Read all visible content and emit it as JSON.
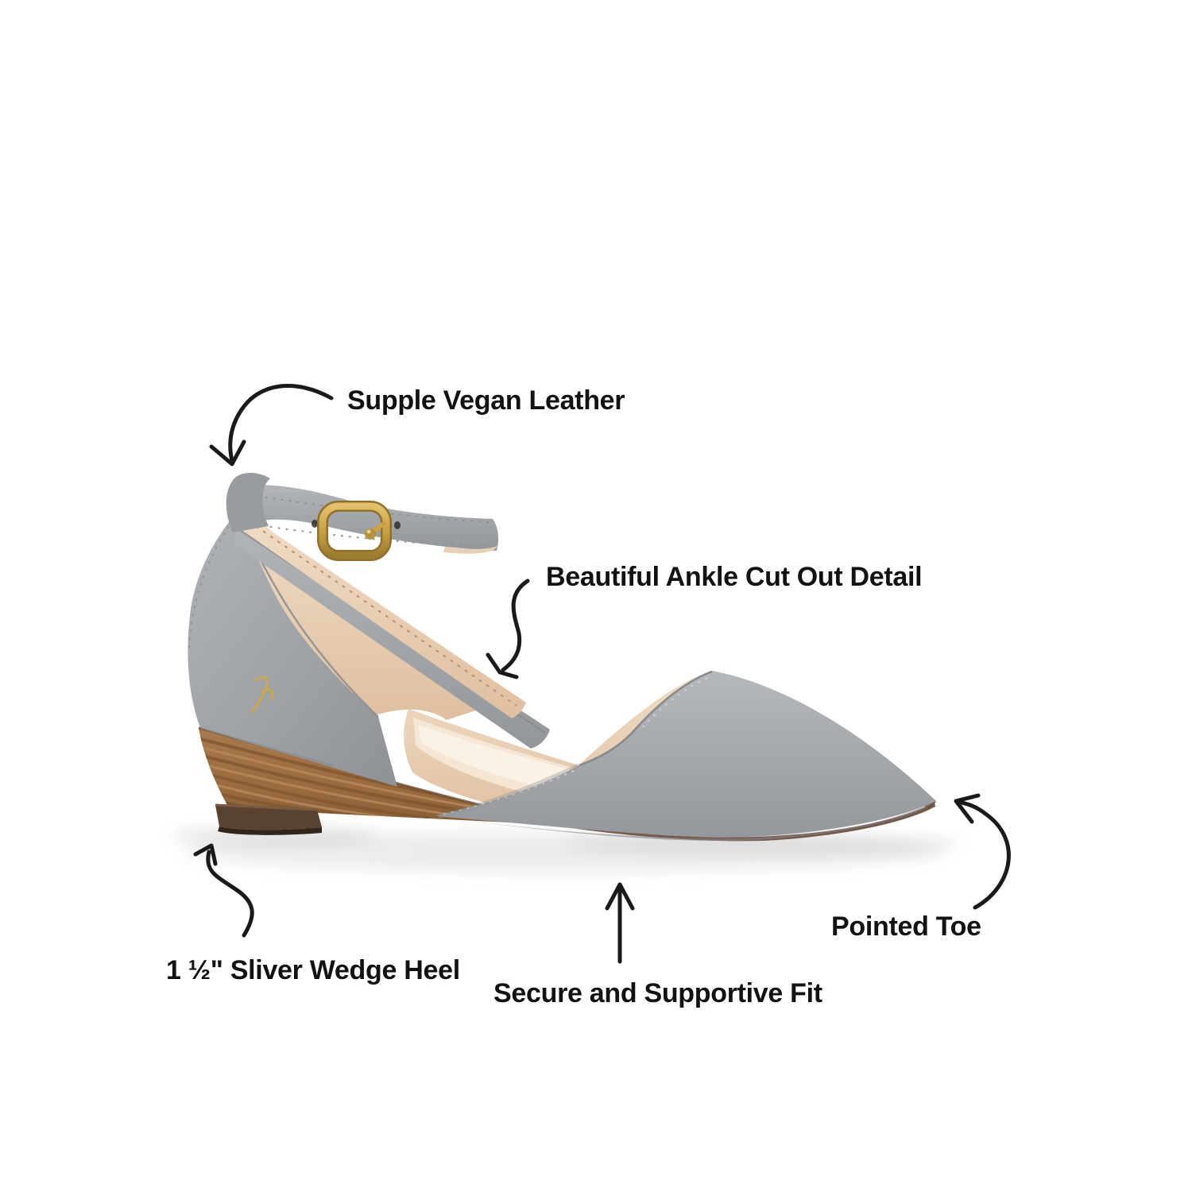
{
  "image_type": "annotated-product-infographic",
  "product": {
    "item": "pointed-toe ankle-strap wedge flat shoe, side view",
    "colors": {
      "background": "#ffffff",
      "suede_gray": "#a4a7ab",
      "suede_gray_dark": "#8e9195",
      "insole_nude": "#ead0b6",
      "insole_highlight": "#f8eedd",
      "wood_wedge": "#a1734a",
      "wood_stripe_dark": "#7e5530",
      "heel_lift_brown": "#5a4231",
      "outsole_brown": "#75594a",
      "buckle_gold": "#c9a143",
      "annotation_ink": "#1a1a1a"
    }
  },
  "annotations": [
    {
      "id": "supple-vegan-leather",
      "label": "Supple Vegan Leather"
    },
    {
      "id": "ankle-cut-out",
      "label": "Beautiful Ankle Cut Out Detail"
    },
    {
      "id": "pointed-toe",
      "label": "Pointed Toe"
    },
    {
      "id": "wedge-heel",
      "label": "1 ½\" Sliver Wedge Heel"
    },
    {
      "id": "secure-fit",
      "label": "Secure and Supportive Fit"
    }
  ]
}
